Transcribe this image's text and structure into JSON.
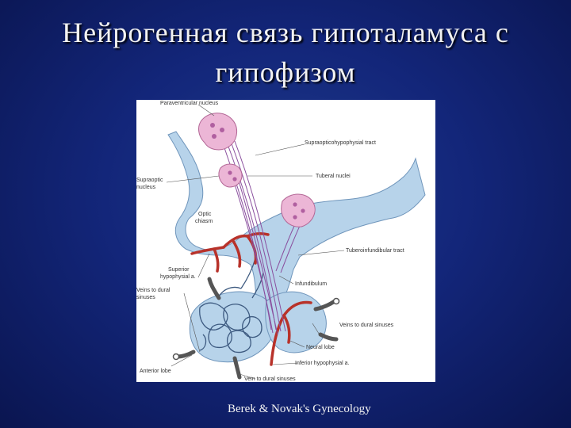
{
  "slide": {
    "title_line1": "Нейрогенная связь гипоталамуса с",
    "title_line2": "гипофизом",
    "source": "Berek & Novak's Gynecology"
  },
  "diagram": {
    "labels": {
      "paraventricular": "Paraventricular nucleus",
      "supraoptic_line1": "Supraoptic",
      "supraoptic_line2": "nucleus",
      "supraopticohypophysial": "Supraopticohypophysial tract",
      "tuberal": "Tuberal nuclei",
      "optic_line1": "Optic",
      "optic_line2": "chiasm",
      "tuberoinfundibular": "Tuberoinfundibular tract",
      "superior_line1": "Superior",
      "superior_line2": "hypophysial a.",
      "veins_left_line1": "Veins to dural",
      "veins_left_line2": "sinuses",
      "infundibulum": "Infundibulum",
      "veins_right": "Veins to dural sinuses",
      "neural_lobe": "Neural lobe",
      "inferior": "Inferior hypophysial a.",
      "anterior_lobe": "Anterior lobe",
      "vein_bottom": "Vein to dural sinuses"
    }
  }
}
